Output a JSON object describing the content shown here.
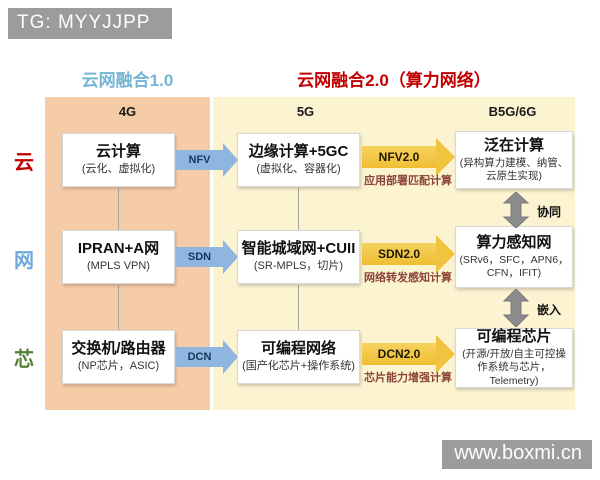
{
  "header_badge": "TG: MYYJJPP",
  "footer_badge": "www.boxmi.cn",
  "titles": {
    "v1": "云网融合1.0",
    "v2": "云网融合2.0（算力网络）"
  },
  "columns": {
    "c1": "4G",
    "c2": "5G",
    "c3": "B5G/6G"
  },
  "row_labels": {
    "r1": "云",
    "r2": "网",
    "r3": "芯"
  },
  "rows": [
    {
      "left": {
        "title": "云计算",
        "sub": "(云化、虚拟化)"
      },
      "arrow1": "NFV",
      "mid": {
        "title": "边缘计算+5GC",
        "sub": "(虚拟化、容器化)"
      },
      "arrow2": "NFV2.0",
      "arrow2_note": "应用部署匹配计算",
      "right": {
        "title": "泛在计算",
        "sub": "(异构算力建模、纳管、云原生实现)"
      }
    },
    {
      "left": {
        "title": "IPRAN+A网",
        "sub": "(MPLS VPN)"
      },
      "arrow1": "SDN",
      "mid": {
        "title": "智能城域网+CUII",
        "sub": "(SR-MPLS，切片)"
      },
      "arrow2": "SDN2.0",
      "arrow2_note": "网络转发感知计算",
      "right": {
        "title": "算力感知网",
        "sub": "(SRv6，SFC，APN6，CFN，IFIT)"
      }
    },
    {
      "left": {
        "title": "交换机/路由器",
        "sub": "(NP芯片，ASIC)"
      },
      "arrow1": "DCN",
      "mid": {
        "title": "可编程网络",
        "sub": "(国产化芯片+操作系统)"
      },
      "arrow2": "DCN2.0",
      "arrow2_note": "芯片能力增强计算",
      "right": {
        "title": "可编程芯片",
        "sub": "(开源/开放/自主可控操作系统与芯片，Telemetry)"
      }
    }
  ],
  "links": {
    "l1": "协同",
    "l2": "嵌入"
  },
  "colors": {
    "panel_4g": "#F6CBA8",
    "panel_5g": "#FCF3D0",
    "title_v1": "#76B4D4",
    "title_v2": "#C00000",
    "arrow_blue": "#8FB6DE",
    "arrow_gold": "#F1C440",
    "label_cloud": "#C00000",
    "label_net": "#6FA8DC",
    "label_chip": "#538135",
    "badge_gray": "#9C9C9C",
    "link_arrow_gray": "#8C8C8C",
    "arrow_note_text": "#8B4437"
  }
}
